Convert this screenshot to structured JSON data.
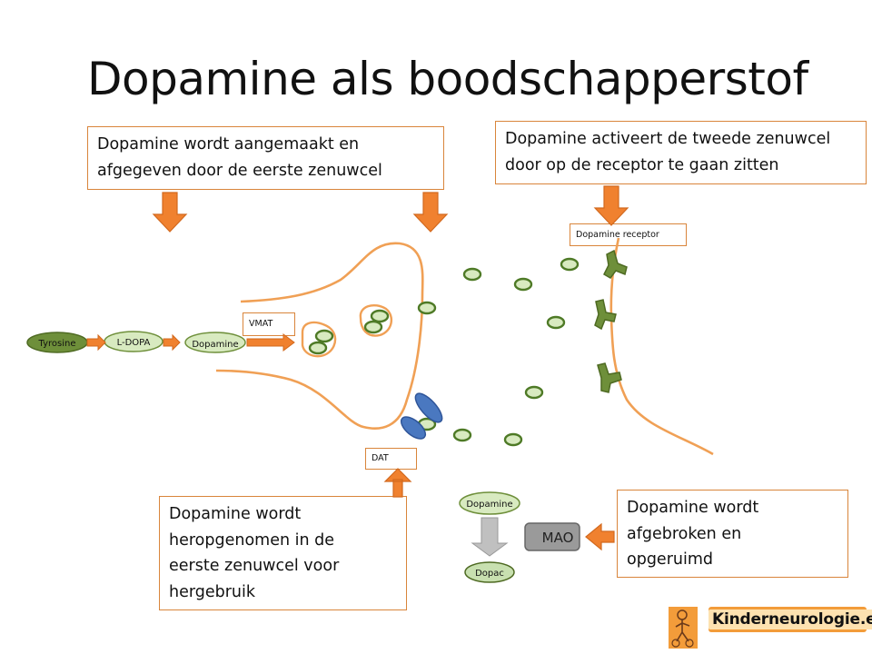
{
  "title": "Dopamine als boodschapperstof",
  "boxes": {
    "release": [
      "Dopamine wordt aangemaakt en",
      "afgegeven door de eerste zenuwcel"
    ],
    "activate": [
      "Dopamine activeert de tweede zenuwcel",
      "door op de receptor te gaan zitten"
    ],
    "reuptake": [
      "Dopamine wordt",
      "heropgenomen in de",
      "eerste zenuwcel voor",
      "hergebruik"
    ],
    "breakdown": [
      "Dopamine wordt",
      "afgebroken en",
      "opgeruimd"
    ]
  },
  "labels": {
    "receptor": "Dopamine receptor",
    "vmat": "VMAT",
    "dat": "DAT",
    "tyrosine": "Tyrosine",
    "ldopa": "L-DOPA",
    "dopamine": "Dopamine",
    "dopamine2": "Dopamine",
    "mao": "MAO",
    "dopac": "Dopac"
  },
  "logo": "Kinderneurologie.eu",
  "colors": {
    "arrow": "#f0812f",
    "arrow_stroke": "#d2691e",
    "membrane": "#f0a055",
    "vesicle_fill": "#d8eac0",
    "vesicle_stroke": "#4e7a26",
    "receptor": "#6e8f3a",
    "transporter": "#4a78c0",
    "box_border": "#d9853b"
  }
}
